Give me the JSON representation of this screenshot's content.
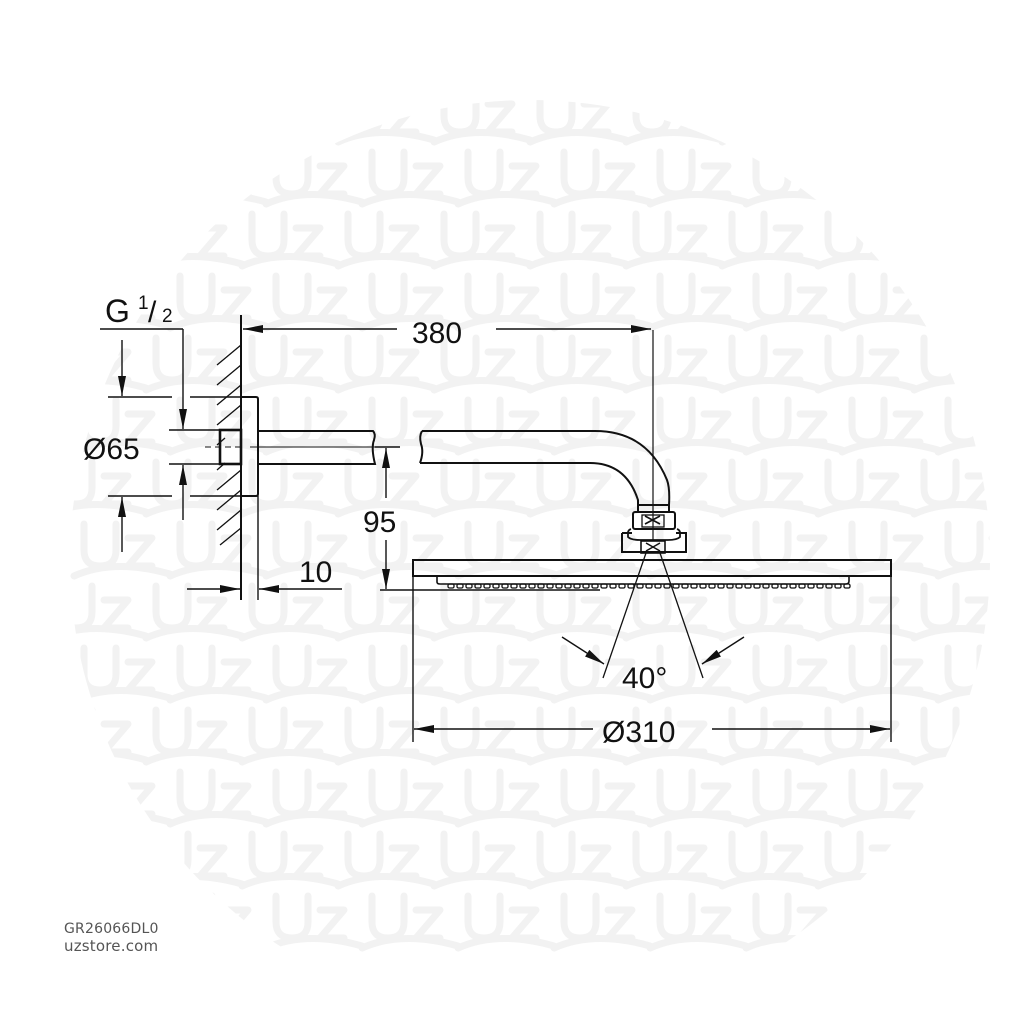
{
  "drawing": {
    "subject": "Shower arm with square-edged round head shower, side elevation",
    "line_color": "#111111",
    "watermark_color": "#f2f2f2",
    "watermark_text": "Uz",
    "dimensions": {
      "thread": {
        "prefix": "G",
        "num": "1",
        "den": "2"
      },
      "flange_diameter": "Ø65",
      "arm_length": "380",
      "drop_height": "95",
      "flange_depth": "10",
      "spray_angle": "40°",
      "head_diameter": "Ø310"
    }
  },
  "footer": {
    "product_code": "GR26066DL0",
    "website": "uzstore.com"
  }
}
